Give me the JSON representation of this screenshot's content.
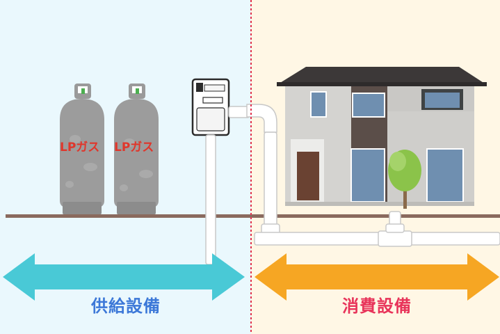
{
  "tank_label": "LPガス",
  "left_section": {
    "label": "供給設備",
    "color": "#3c78d8",
    "arrow_color": "#49c9d6",
    "background": "#eaf8fd"
  },
  "right_section": {
    "label": "消費設備",
    "color": "#e8345a",
    "arrow_color": "#f6a623",
    "background": "#fff7e5"
  },
  "divider_color": "#e0334d"
}
